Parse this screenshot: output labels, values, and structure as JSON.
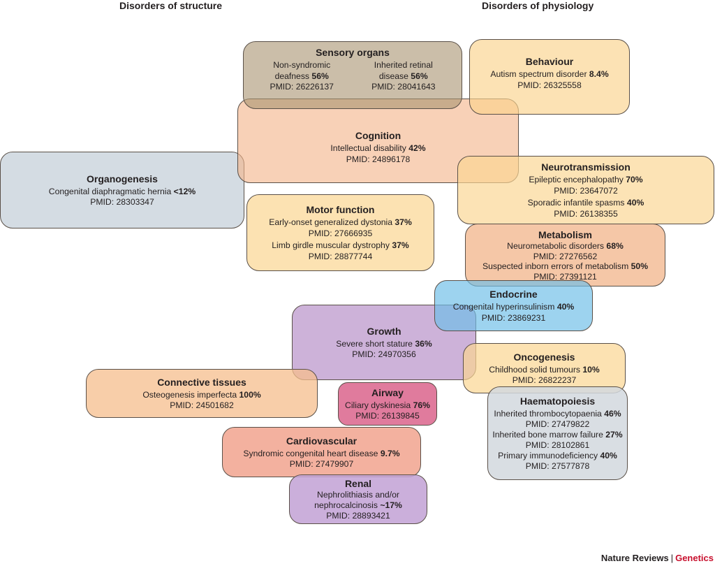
{
  "headers": {
    "structure": "Disorders of structure",
    "physiology": "Disorders of physiology"
  },
  "footer": {
    "journal": "Nature Reviews",
    "separator": "|",
    "section": "Genetics"
  },
  "colors": {
    "gray_blue": "#d5dce2",
    "tan": "#c9b89c",
    "peach": "#f4c6a0",
    "light_yellow": "#fbdfa6",
    "orange_peach": "#f3b68c",
    "blue": "#8cccec",
    "purple": "#c9a7d4",
    "pink": "#e07aa0",
    "salmon": "#f1a890",
    "footer_accent": "#c8102e"
  },
  "boxes": {
    "sensory": {
      "title": "Sensory organs",
      "entries": [
        {
          "line1": "Non-syndromic",
          "name": "deafness",
          "value": "56%",
          "pmid": "PMID: 26226137"
        },
        {
          "line1": "Inherited retinal",
          "name": "disease",
          "value": "56%",
          "pmid": "PMID: 28041643"
        }
      ]
    },
    "behaviour": {
      "title": "Behaviour",
      "entries": [
        {
          "name": "Autism spectrum disorder",
          "value": "8.4%",
          "pmid": "PMID: 26325558"
        }
      ]
    },
    "cognition": {
      "title": "Cognition",
      "entries": [
        {
          "name": "Intellectual disability",
          "value": "42%",
          "pmid": "PMID: 24896178"
        }
      ]
    },
    "organogenesis": {
      "title": "Organogenesis",
      "entries": [
        {
          "name": "Congenital diaphragmatic hernia",
          "value": "<12%",
          "pmid": "PMID: 28303347"
        }
      ]
    },
    "motor": {
      "title": "Motor function",
      "entries": [
        {
          "name": "Early-onset generalized dystonia",
          "value": "37%",
          "pmid": "PMID: 27666935"
        },
        {
          "name": "Limb girdle muscular dystrophy",
          "value": "37%",
          "pmid": "PMID: 28877744"
        }
      ]
    },
    "neurotransmission": {
      "title": "Neurotransmission",
      "entries": [
        {
          "name": "Epileptic encephalopathy",
          "value": "70%",
          "pmid": "PMID: 23647072"
        },
        {
          "name": "Sporadic infantile spasms",
          "value": "40%",
          "pmid": "PMID: 26138355"
        }
      ]
    },
    "metabolism": {
      "title": "Metabolism",
      "entries": [
        {
          "name": "Neurometabolic disorders",
          "value": "68%",
          "pmid": "PMID: 27276562"
        },
        {
          "name": "Suspected inborn errors of metabolism",
          "value": "50%",
          "pmid": "PMID: 27391121"
        }
      ]
    },
    "endocrine": {
      "title": "Endocrine",
      "entries": [
        {
          "name": "Congenital hyperinsulinism",
          "value": "40%",
          "pmid": "PMID: 23869231"
        }
      ]
    },
    "growth": {
      "title": "Growth",
      "entries": [
        {
          "name": "Severe short stature",
          "value": "36%",
          "pmid": "PMID: 24970356"
        }
      ]
    },
    "oncogenesis": {
      "title": "Oncogenesis",
      "entries": [
        {
          "name": "Childhood solid tumours",
          "value": "10%",
          "pmid": "PMID: 26822237"
        }
      ]
    },
    "connective": {
      "title": "Connective tissues",
      "entries": [
        {
          "name": "Osteogenesis imperfecta",
          "value": "100%",
          "pmid": "PMID: 24501682"
        }
      ]
    },
    "airway": {
      "title": "Airway",
      "entries": [
        {
          "name": "Ciliary dyskinesia",
          "value": "76%",
          "pmid": "PMID: 26139845"
        }
      ]
    },
    "haematopoiesis": {
      "title": "Haematopoiesis",
      "entries": [
        {
          "name": "Inherited thrombocytopaenia",
          "value": "46%",
          "pmid": "PMID: 27479822"
        },
        {
          "name": "Inherited bone marrow failure",
          "value": "27%",
          "pmid": "PMID: 28102861"
        },
        {
          "name": "Primary immunodeficiency",
          "value": "40%",
          "pmid": "PMID: 27577878"
        }
      ]
    },
    "cardiovascular": {
      "title": "Cardiovascular",
      "entries": [
        {
          "name": "Syndromic congenital heart disease",
          "value": "9.7%",
          "pmid": "PMID: 27479907"
        }
      ]
    },
    "renal": {
      "title": "Renal",
      "entries": [
        {
          "line1": "Nephrolithiasis and/or",
          "name": "nephrocalcinosis",
          "value": "~17%",
          "pmid": "PMID: 28893421"
        }
      ]
    }
  }
}
